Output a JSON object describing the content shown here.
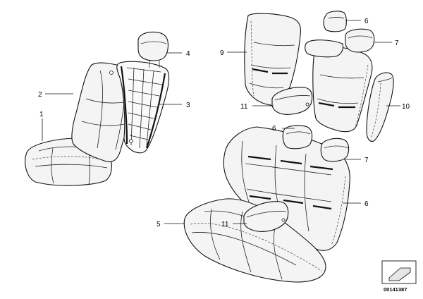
{
  "callouts": {
    "c1": "1",
    "c2": "2",
    "c3": "3",
    "c4": "4",
    "c5": "5",
    "c6_upper": "6",
    "c6_lower": "6",
    "c7_upper": "7",
    "c7_lower": "7",
    "c9": "9",
    "c10": "10",
    "c11_upper": "11",
    "c11_lower": "11"
  },
  "doc_id": "00141387"
}
